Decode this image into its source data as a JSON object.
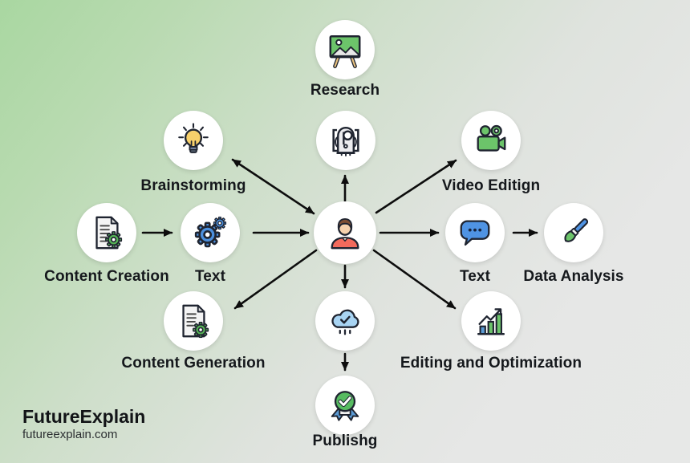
{
  "title": "AI content workflow diagram",
  "branding": {
    "name": "FutureExplain",
    "url": "futureexplain.com"
  },
  "colors": {
    "background_green": "#a9d7a1",
    "background_gray": "#e7e8e7",
    "arrow": "#0d0d0d",
    "icon_green": "#6cc46a",
    "icon_blue": "#4f93e3",
    "icon_yellow": "#f7d06b",
    "badge_green": "#57bb61",
    "cloud_blue": "#a8d4f3",
    "shirt_red": "#f26a5c",
    "skin": "#f6d2ad"
  },
  "nodes": {
    "research": {
      "label": "Research",
      "icon": "easel-picture-icon"
    },
    "ai_robot": {
      "label": "",
      "icon": "robot-icon"
    },
    "brainstorming": {
      "label": "Brainstorming",
      "icon": "lightbulb-icon"
    },
    "video_editing": {
      "label": "Video Editign",
      "icon": "video-camera-icon"
    },
    "content_creation": {
      "label": "Content Creation",
      "icon": "document-gear-icon"
    },
    "text_gears": {
      "label": "Text",
      "icon": "gears-icon"
    },
    "person": {
      "label": "",
      "icon": "person-icon"
    },
    "text_chat": {
      "label": "Text",
      "icon": "speech-bubble-icon"
    },
    "data_analysis": {
      "label": "Data Analysis",
      "icon": "paintbrush-icon"
    },
    "content_generation": {
      "label": "Content Generation",
      "icon": "document-gear-icon"
    },
    "cloud": {
      "label": "",
      "icon": "cloud-check-icon"
    },
    "editing_optimization": {
      "label": "Editing and Optimization",
      "icon": "bar-chart-icon"
    },
    "publishing": {
      "label": "Publishg",
      "icon": "badge-check-icon"
    }
  },
  "connections": [
    {
      "from": "content_creation",
      "to": "text_gears"
    },
    {
      "from": "text_gears",
      "to": "person"
    },
    {
      "from": "person",
      "to": "text_chat"
    },
    {
      "from": "text_chat",
      "to": "data_analysis"
    },
    {
      "from": "person",
      "to": "ai_robot"
    },
    {
      "from": "person",
      "to": "brainstorming",
      "bidirectional": true
    },
    {
      "from": "person",
      "to": "video_editing"
    },
    {
      "from": "person",
      "to": "cloud"
    },
    {
      "from": "cloud",
      "to": "publishing"
    },
    {
      "from": "person",
      "to": "content_generation"
    },
    {
      "from": "person",
      "to": "editing_optimization"
    }
  ]
}
